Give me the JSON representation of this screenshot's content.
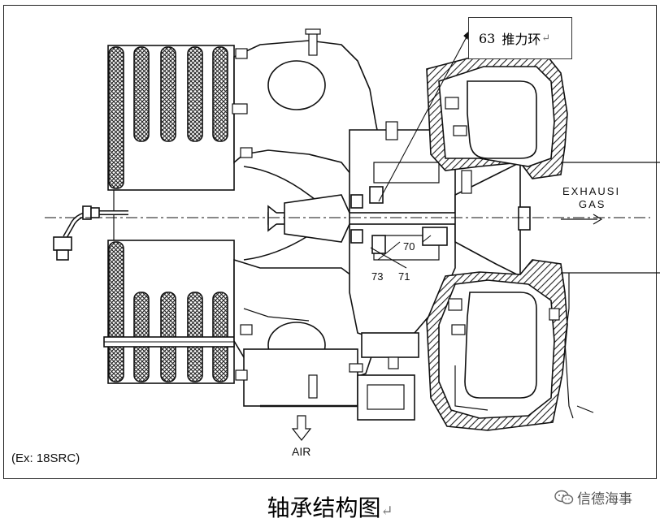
{
  "callout": {
    "number": "63",
    "text": "推力环",
    "return_mark": "↵"
  },
  "labels": {
    "part_70": "70",
    "part_71": "71",
    "part_73": "73",
    "exhaust_line1": "EXHAUSI",
    "exhaust_line2": "GAS",
    "air": "AIR"
  },
  "example_note": "(Ex: 18SRC)",
  "caption": {
    "text": "轴承结构图",
    "return_mark": "↵"
  },
  "watermark": {
    "icon": "wechat-icon",
    "text": "信德海事"
  },
  "colors": {
    "line": "#111111",
    "hatch": "#333333",
    "background": "#ffffff"
  }
}
